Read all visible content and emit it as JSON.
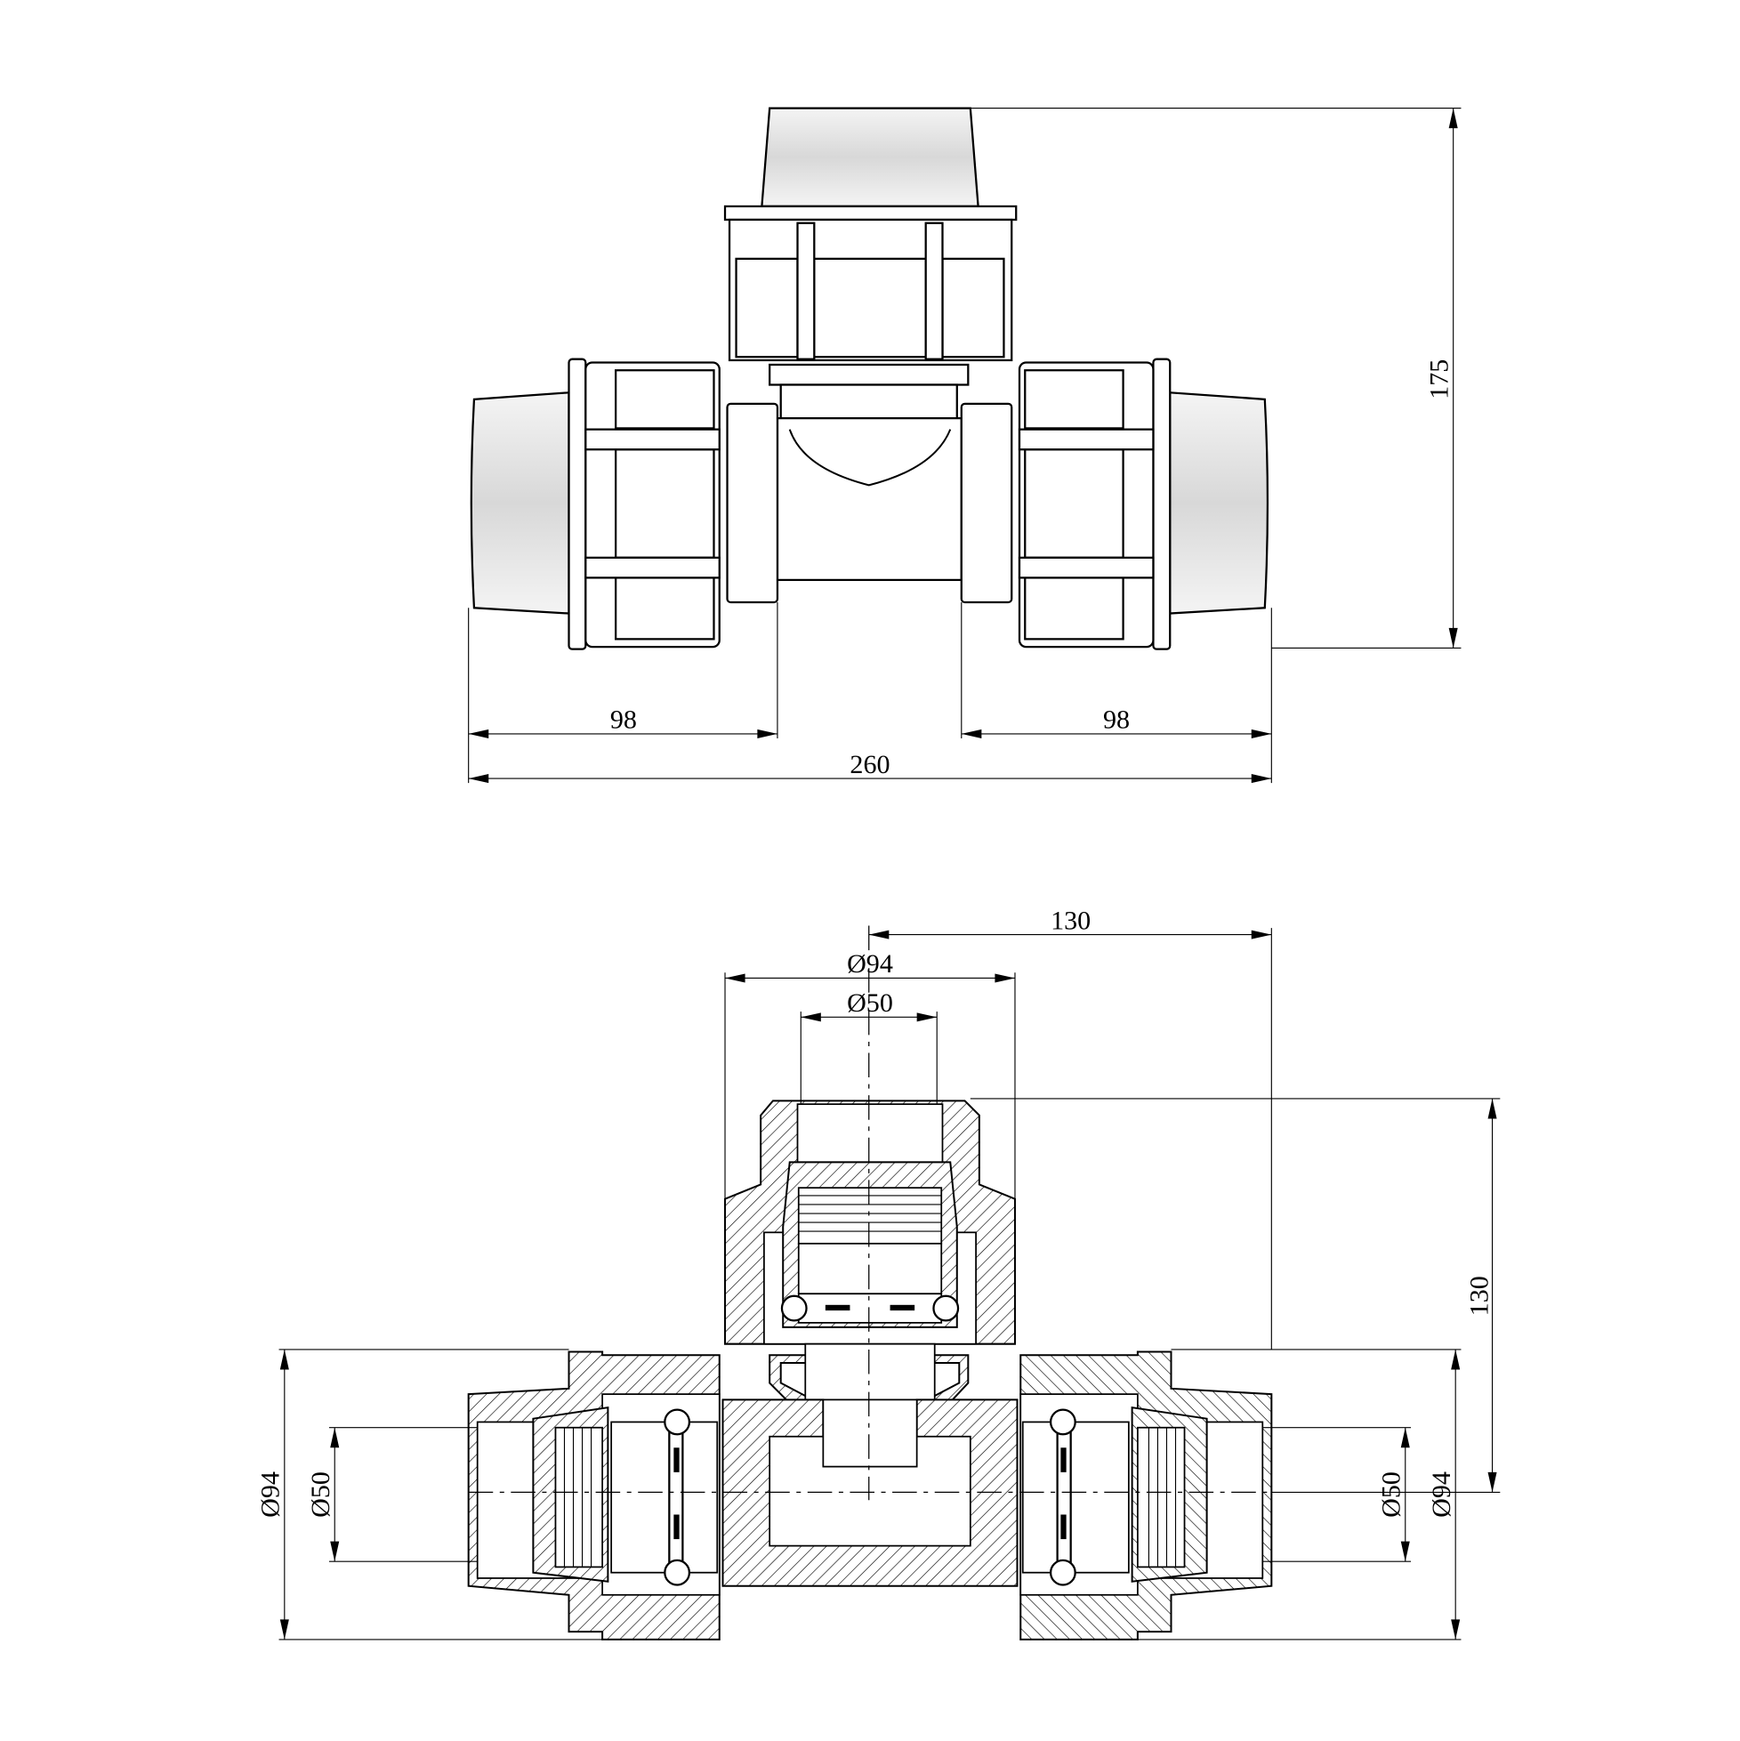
{
  "top_view": {
    "dimensions": {
      "height": "175",
      "left_branch": "98",
      "right_branch": "98",
      "overall_length": "260"
    }
  },
  "section_view": {
    "dimensions": {
      "branch_offset": "130",
      "branch_outer_diameter": "Ø94",
      "branch_pipe_diameter": "Ø50",
      "branch_height": "130",
      "left_outer_diameter": "Ø94",
      "left_pipe_diameter": "Ø50",
      "right_pipe_diameter": "Ø50",
      "right_outer_diameter": "Ø94"
    }
  }
}
